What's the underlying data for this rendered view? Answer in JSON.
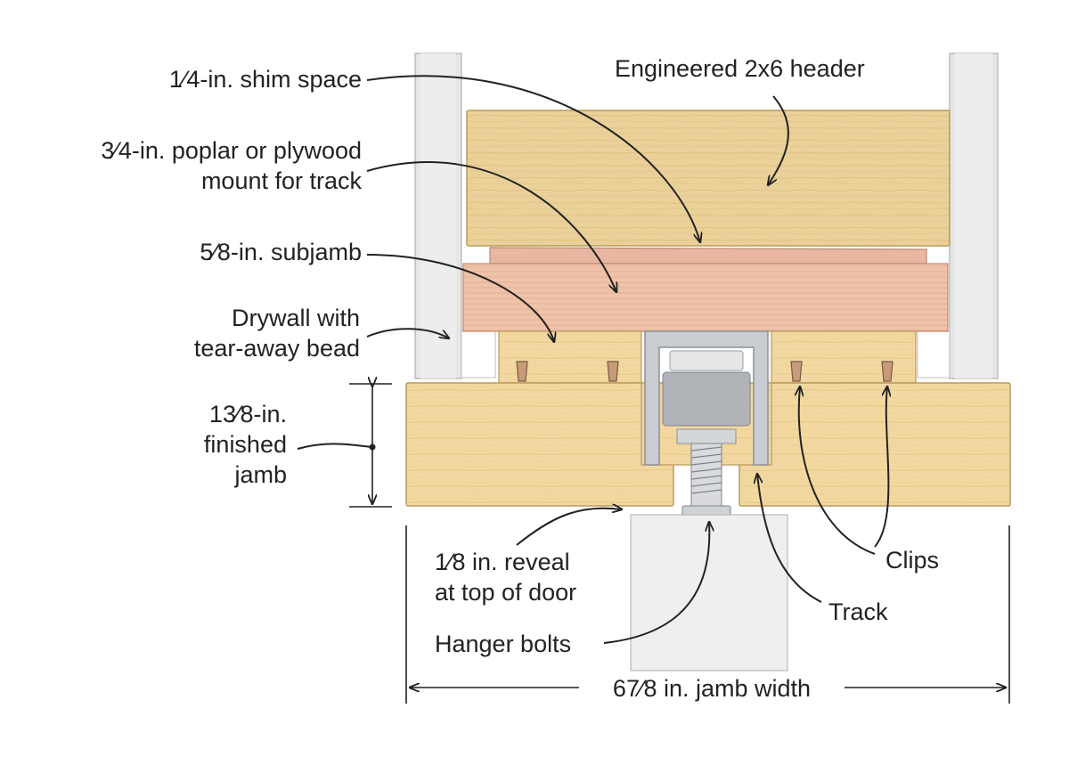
{
  "labels": {
    "header": "Engineered 2x6 header",
    "shim": "1⁄4-in. shim space",
    "mount_line1": "3⁄4-in. poplar or plywood",
    "mount_line2": "mount for track",
    "subjamb": "5⁄8-in. subjamb",
    "drywall_line1": "Drywall with",
    "drywall_line2": "tear-away bead",
    "jamb_line1": "13⁄8-in.",
    "jamb_line2": "finished",
    "jamb_line3": "jamb",
    "reveal_line1": "1⁄8 in. reveal",
    "reveal_line2": "at top of door",
    "hanger": "Hanger bolts",
    "track": "Track",
    "clips": "Clips",
    "width": "67⁄8 in. jamb width"
  },
  "colors": {
    "header_wood": "#ead199",
    "mount_wood": "#efc3a9",
    "shim_wood": "#e9b7a1",
    "jamb_wood": "#f2d8a0",
    "drywall": "#e8e8e8",
    "track_metal": "#c9ccd0",
    "door": "#efefef"
  },
  "icons": [
    "clip-icon",
    "hanger-bolt-icon",
    "track-icon"
  ]
}
